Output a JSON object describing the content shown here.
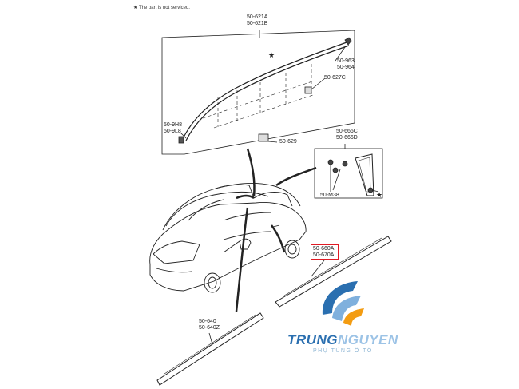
{
  "note": "★ The part is not serviced.",
  "labels": {
    "roof_molding_a": "50-621A",
    "roof_molding_b": "50-621B",
    "cap_963": "50-963",
    "cap_964": "50-964",
    "clip_627c": "50-627C",
    "end_9h8": "50-9H8",
    "end_9l8": "50-9L8",
    "clip_629": "50-629",
    "garnish_666c": "50-666C",
    "garnish_666d": "50-666D",
    "screw_m38": "50-M38",
    "molding_660a": "50-660A",
    "molding_670a": "50-670A",
    "sill_640": "50-640",
    "sill_640z": "50-640Z"
  },
  "logo": {
    "name_part1": "TRUNG",
    "name_part2": "NGUYEN",
    "tagline": "PHỤ TÙNG Ô TÔ",
    "color_dark": "#2a6fb0",
    "color_light": "#9cc3e6",
    "color_orange": "#f39c12"
  }
}
